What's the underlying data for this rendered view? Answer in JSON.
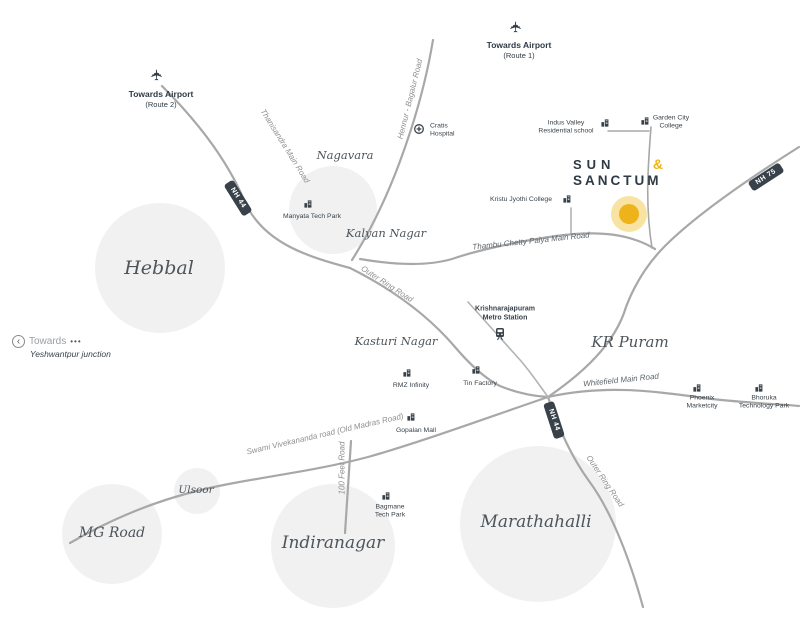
{
  "map": {
    "brand": {
      "line1": "SUN",
      "amp": "&",
      "line2": "SANCTUM"
    },
    "accent_gold": "#EDB417",
    "ink": "#39424A",
    "road_gray": "#A8A8A8",
    "circle_gray": "#F1F1F1",
    "icons": {
      "airplane": "✈",
      "chevron_left": "‹"
    },
    "airport_route1": {
      "label": "Towards Airport",
      "route": "(Route 1)"
    },
    "airport_route2": {
      "label": "Towards Airport",
      "route": "(Route 2)"
    },
    "towards_junction": {
      "label": "Towards",
      "dots": "•••",
      "sub": "Yeshwantpur junction"
    },
    "areas": [
      {
        "name": "Hebbal"
      },
      {
        "name": "Nagavara"
      },
      {
        "name": "Kalyan Nagar"
      },
      {
        "name": "Kasturi Nagar"
      },
      {
        "name": "KR Puram"
      },
      {
        "name": "Ulsoor"
      },
      {
        "name": "MG Road"
      },
      {
        "name": "Indiranagar"
      },
      {
        "name": "Marathahalli"
      }
    ],
    "roads": [
      {
        "name": "Thanisandra Main Road"
      },
      {
        "name": "Hennur - Bagalur Road"
      },
      {
        "name": "Outer Ring Road"
      },
      {
        "name": "Thambu Chetty Palya Main Road"
      },
      {
        "name": "Whitefield Main Road"
      },
      {
        "name": "Swami Vivekananda road (Old Madras Road)"
      },
      {
        "name": "100 Feet Road"
      },
      {
        "name": "Outer Ring Road"
      }
    ],
    "highways": [
      {
        "label": "NH 44"
      },
      {
        "label": "NH 75"
      },
      {
        "label": "NH 44"
      }
    ],
    "pois": [
      {
        "name": "Cratis Hospital",
        "icon": "hospital"
      },
      {
        "name": "Indus Valley Residential school",
        "icon": "building"
      },
      {
        "name": "Garden City College",
        "icon": "building"
      },
      {
        "name": "Kristu Jyothi College",
        "icon": "building"
      },
      {
        "name": "Manyata Tech Park",
        "icon": "building"
      },
      {
        "name": "Krishnarajapuram Metro Station",
        "icon": "metro"
      },
      {
        "name": "RMZ Infinity",
        "icon": "building"
      },
      {
        "name": "Tin Factory",
        "icon": "building"
      },
      {
        "name": "Gopalan Mall",
        "icon": "building"
      },
      {
        "name": "Bagmane Tech Park",
        "icon": "building"
      },
      {
        "name": "Phoenix Marketcity",
        "icon": "building"
      },
      {
        "name": "Bhoruka Technology Park",
        "icon": "building"
      }
    ]
  }
}
